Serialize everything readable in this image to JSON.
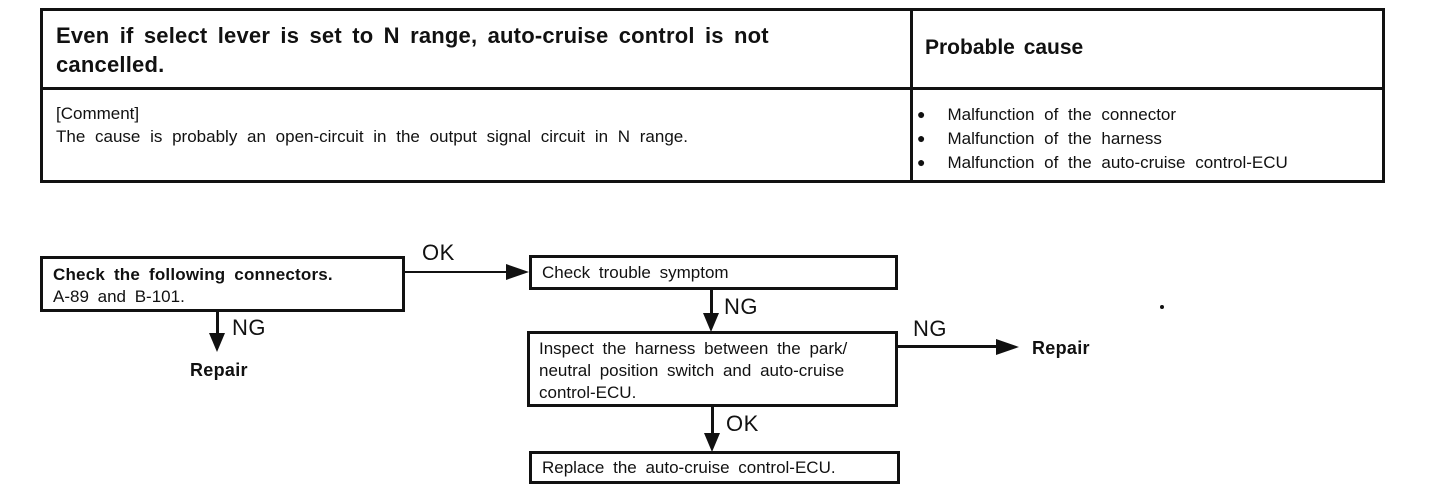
{
  "colors": {
    "ink": "#111111",
    "paper": "#ffffff"
  },
  "table": {
    "symptom_header": "Even if select lever is set to N range, auto-cruise control is not cancelled.",
    "probable_cause_header": "Probable cause",
    "comment_label": "[Comment]",
    "comment_text": "The cause is probably an open-circuit in the output signal circuit in N range.",
    "bullet": "●",
    "causes": [
      "Malfunction of the connector",
      "Malfunction of the harness",
      "Malfunction of the auto-cruise control-ECU"
    ]
  },
  "flowchart": {
    "check_connectors": {
      "title": "Check the following connectors.",
      "detail": "A-89 and B-101."
    },
    "check_trouble_symptom": "Check trouble symptom",
    "inspect_harness_lines": [
      "Inspect the harness between the park/",
      "neutral position switch and auto-cruise",
      "control-ECU."
    ],
    "replace_ecu": "Replace the auto-cruise control-ECU.",
    "labels": {
      "ok_to_symptom": "OK",
      "ng_to_repair_1": "NG",
      "ng_to_inspect": "NG",
      "ng_to_repair_2": "NG",
      "ok_to_replace": "OK"
    },
    "repair_1": "Repair",
    "repair_2": "Repair"
  }
}
